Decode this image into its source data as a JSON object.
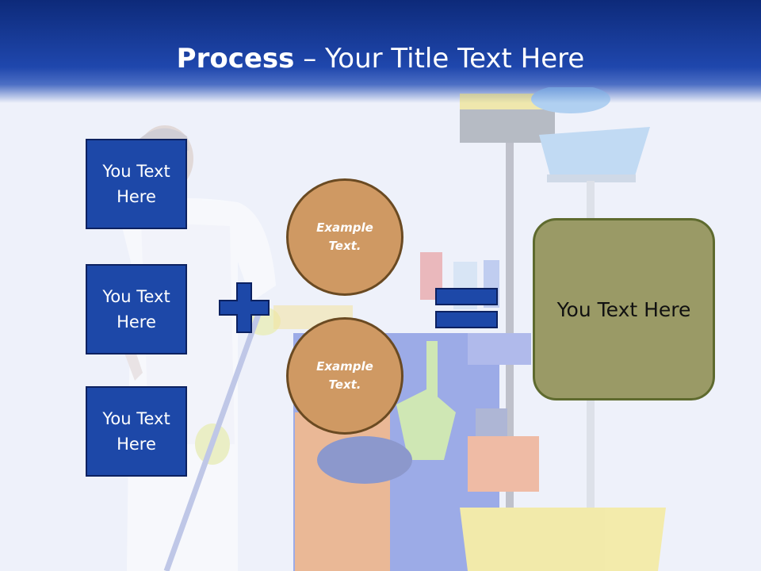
{
  "slide": {
    "title_bold": "Process",
    "title_dash": " – ",
    "title_rest": "Your Title Text Here",
    "left_boxes": [
      {
        "label": "You Text Here"
      },
      {
        "label": "You Text Here"
      },
      {
        "label": "You Text Here"
      }
    ],
    "circles": [
      {
        "label": "Example Text."
      },
      {
        "label": "Example Text."
      }
    ],
    "result_label": "You Text Here",
    "operators": {
      "plus_icon": "plus-icon",
      "equals_icon": "equals-icon"
    },
    "colors": {
      "header": "#1f47ad",
      "box_fill": "#1d48a8",
      "circle_fill": "#cf9963",
      "result_fill": "#9a9a66"
    }
  }
}
